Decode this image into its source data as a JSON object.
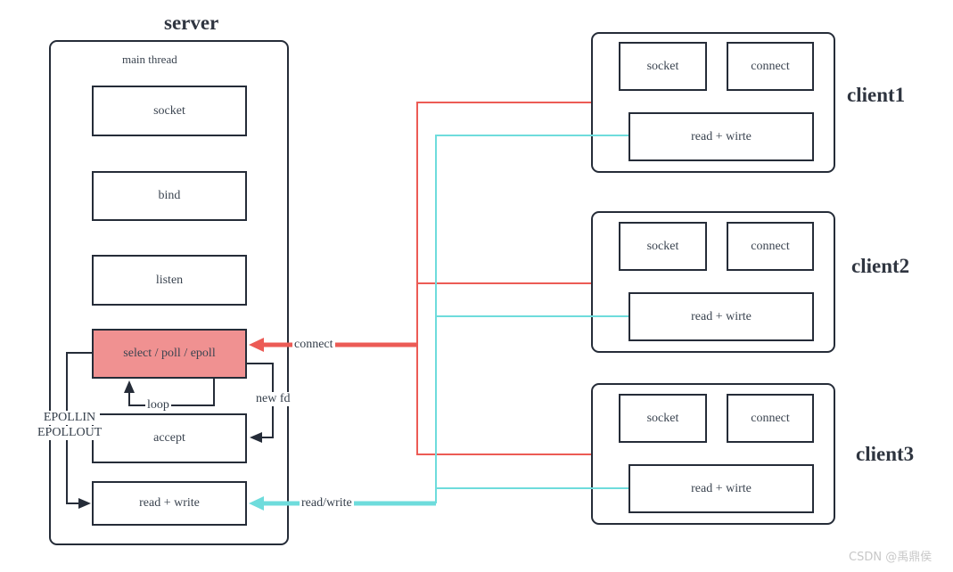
{
  "server": {
    "title": "server",
    "thread_label": "main  thread",
    "steps": [
      "socket",
      "bind",
      "listen",
      "select / poll / epoll",
      "accept",
      "read + write"
    ]
  },
  "clients": [
    {
      "title": "client1",
      "socket": "socket",
      "connect": "connect",
      "read_write": "read  + wirte"
    },
    {
      "title": "client2",
      "socket": "socket",
      "connect": "connect",
      "read_write": "read  + wirte"
    },
    {
      "title": "client3",
      "socket": "socket",
      "connect": "connect",
      "read_write": "read  + wirte"
    }
  ],
  "edge_labels": {
    "loop": "loop",
    "new_fd": "new fd",
    "epollin": "EPOLLIN",
    "epollout": "EPOLLOUT",
    "connect": "connect",
    "read_write": "read/write"
  },
  "colors": {
    "border": "#252c38",
    "select_fill": "#f09191",
    "red": "#ec5b55",
    "cyan": "#6edcdc"
  },
  "watermark": "CSDN @禹鼎侯"
}
